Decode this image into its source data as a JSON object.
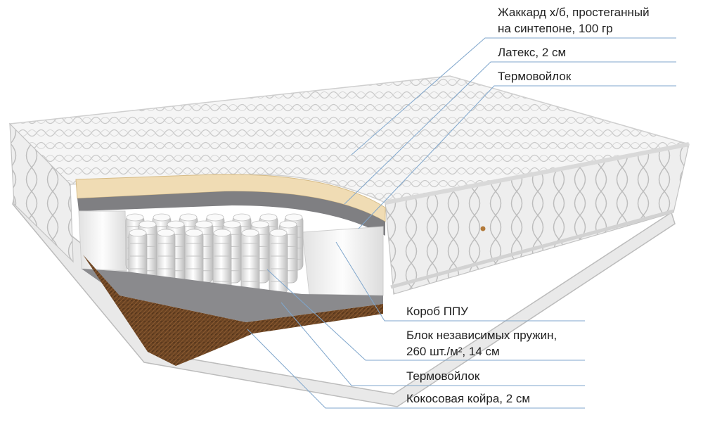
{
  "labels": {
    "top_1": "Жаккард х/б, простеганный",
    "top_2": "на синтепоне, 100 гр",
    "latex": "Латекс, 2 см",
    "felt_top": "Термовойлок",
    "box": "Короб ППУ",
    "springs_1": "Блок независимых пружин,",
    "springs_2": "260 шт./м², 14 см",
    "felt_bottom": "Термовойлок",
    "coir": "Кокосовая койра, 2 см"
  },
  "colors": {
    "leader_line": "#7fa6cc",
    "latex": "#f0dcb4",
    "felt": "#7f7f82",
    "coir": "#6b4423",
    "cover": "#f4f4f4"
  }
}
